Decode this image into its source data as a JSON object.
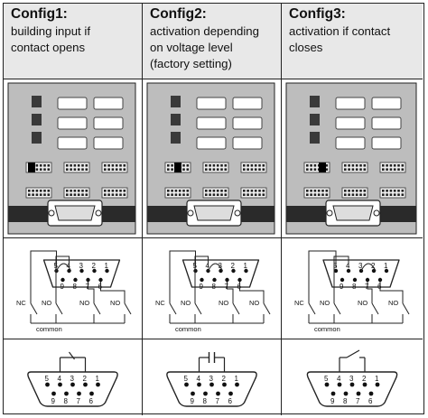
{
  "columns": [
    {
      "title": "Config1:",
      "desc_lines": [
        "building input if",
        "contact opens"
      ],
      "mode": "opens"
    },
    {
      "title": "Config2:",
      "desc_lines": [
        "activation depending",
        "on voltage level",
        "(factory setting)"
      ],
      "mode": "voltage"
    },
    {
      "title": "Config3:",
      "desc_lines": [
        "activation if contact",
        "closes"
      ],
      "mode": "closes"
    }
  ],
  "wiring": {
    "pins_top": [
      "5",
      "4",
      "3",
      "2",
      "1"
    ],
    "pins_bottom": [
      "9",
      "8",
      "7",
      "6"
    ],
    "nc_label": "NC",
    "no_label": "NO",
    "common_label": "common"
  },
  "connector": {
    "pins_top": [
      "5",
      "4",
      "3",
      "2",
      "1"
    ],
    "pins_bottom": [
      "9",
      "8",
      "7",
      "6"
    ]
  }
}
